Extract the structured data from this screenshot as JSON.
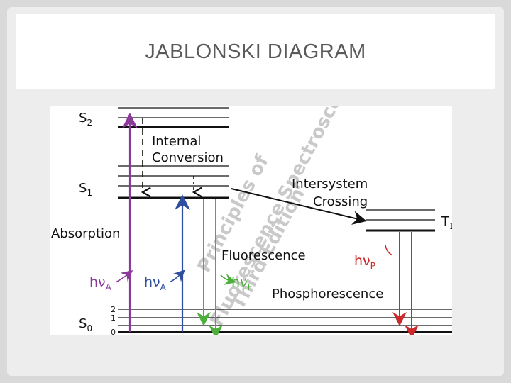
{
  "slide": {
    "title": "JABLONSKI DIAGRAM"
  },
  "diagram": {
    "states": {
      "s2": "S",
      "s2_sub": "2",
      "s1": "S",
      "s1_sub": "1",
      "s0": "S",
      "s0_sub": "0",
      "t1": "T",
      "t1_sub": "1"
    },
    "vibrational_levels": [
      "2",
      "1",
      "0"
    ],
    "labels": {
      "internal": "Internal",
      "conversion": "Conversion",
      "intersystem": "Intersystem",
      "crossing": "Crossing",
      "absorption": "Absorption",
      "fluorescence": "Fluorescence",
      "phosphorescence": "Phosphorescence"
    },
    "photons": {
      "h": "h",
      "nu": "ν",
      "sub_a": "A",
      "sub_f": "F",
      "sub_p": "P"
    },
    "watermark": [
      "Principles of",
      "Fluorescence Spectroscopy",
      "Third Edition"
    ],
    "colors": {
      "absorption_purple": "#8b3a9a",
      "absorption_blue": "#2f4d9e",
      "fluorescence_green": "#4caf3a",
      "phosphorescence_red": "#cc2a2a",
      "watermark": "#c8c8c8",
      "level_line": "#111111"
    }
  }
}
